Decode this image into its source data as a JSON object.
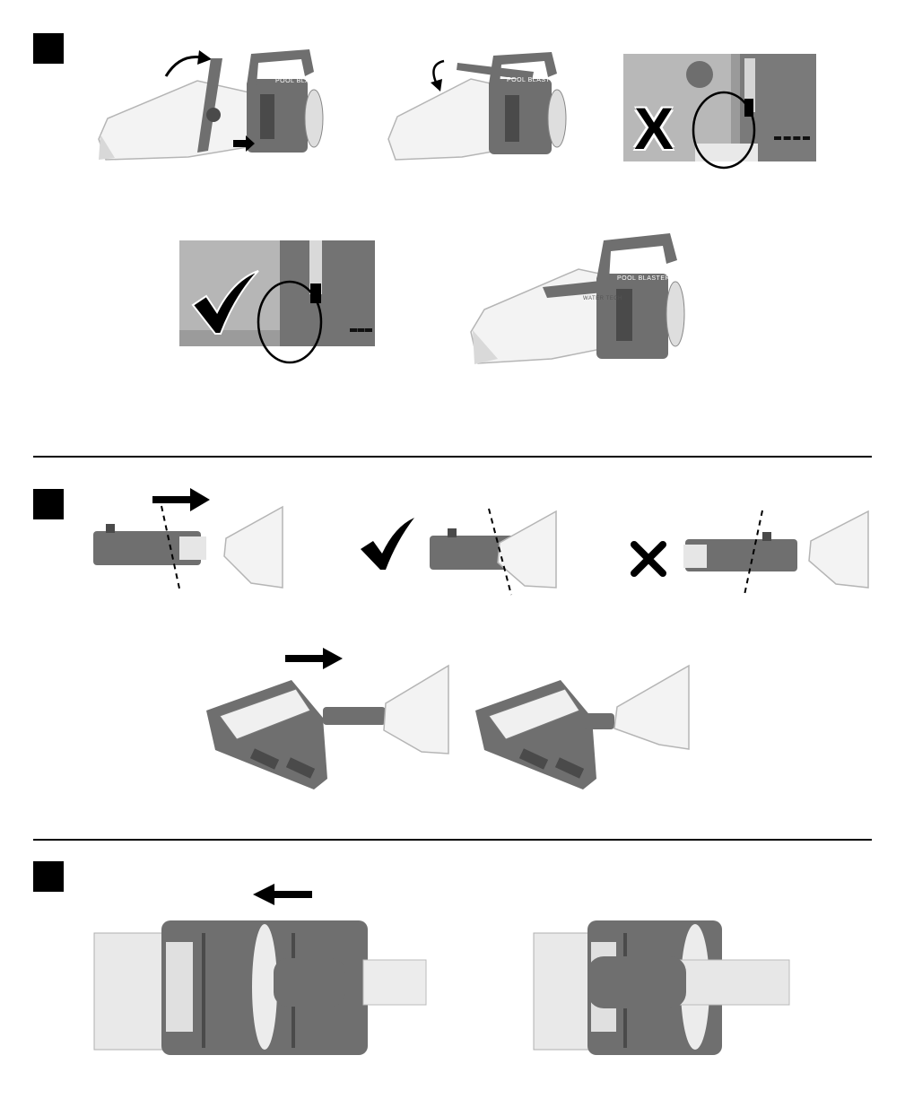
{
  "steps": [
    {
      "id": "step-1"
    },
    {
      "id": "step-2"
    },
    {
      "id": "step-3"
    }
  ],
  "product": {
    "brand": "POOL BLASTER",
    "label": "WATER TECH"
  },
  "colors": {
    "body": "#6f6f6f",
    "dark": "#4a4a4a",
    "clear": "#f3f3f3",
    "ink": "#000000"
  },
  "marks": {
    "wrong": "X"
  },
  "icons": [
    "check-icon",
    "cross-icon",
    "arrow-right-icon",
    "arrow-left-icon",
    "curved-arrow-icon"
  ]
}
